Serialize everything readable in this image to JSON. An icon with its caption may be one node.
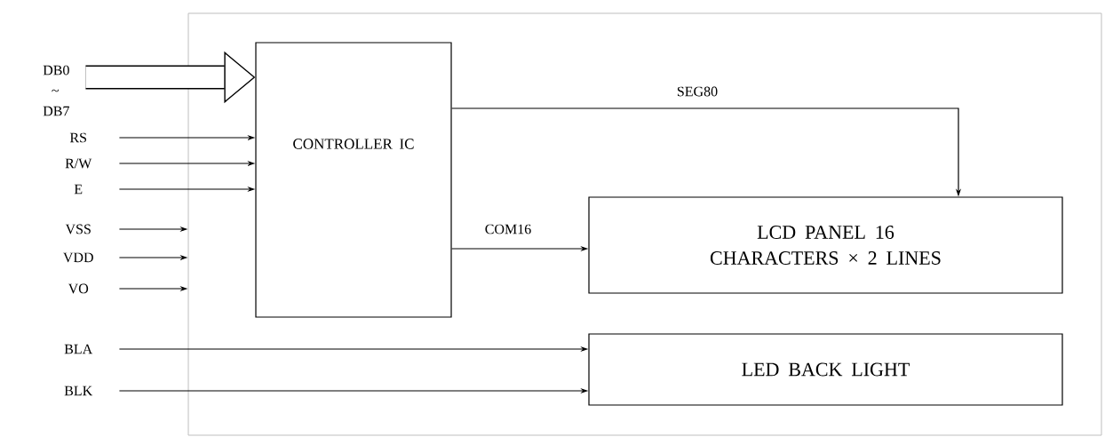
{
  "diagram": {
    "nodes": [
      {
        "text": [],
        "shape": "box"
      },
      {
        "text": [
          "DB0 ~ DB7"
        ]
      },
      {
        "text": [
          "RS"
        ]
      },
      {
        "text": [
          "R/W"
        ]
      },
      {
        "text": [
          "E"
        ]
      },
      {
        "text": [
          "VSS"
        ]
      },
      {
        "text": [
          "VDD"
        ]
      },
      {
        "text": [
          "VO"
        ]
      },
      {
        "text": [
          "BLA"
        ]
      },
      {
        "text": [
          "BLK"
        ]
      },
      {
        "text": [
          "CONTROLLER IC"
        ],
        "in": 0
      },
      {
        "text": [
          "LCD PANEL 16 CHARACTERS × 2 LINES"
        ],
        "in": 0
      },
      {
        "text": [
          "LED BACK LIGHT"
        ],
        "in": 0
      }
    ],
    "edges": [
      {
        "from": 1,
        "to": 10,
        "arrow": "to",
        "style": "thick"
      },
      {
        "from": 2,
        "to": 10,
        "arrow": "to"
      },
      {
        "from": 3,
        "to": 10,
        "arrow": "to"
      },
      {
        "from": 4,
        "to": 10,
        "arrow": "to"
      },
      {
        "from": 5,
        "to": 0,
        "arrow": "to"
      },
      {
        "from": 6,
        "to": 0,
        "arrow": "to"
      },
      {
        "from": 7,
        "to": 0,
        "arrow": "to"
      },
      {
        "from": 10,
        "to": 11,
        "arrow": "to",
        "label": "SEG80"
      },
      {
        "from": 10,
        "to": 11,
        "arrow": "to",
        "label": "COM16"
      },
      {
        "from": 8,
        "to": 12,
        "arrow": "to"
      },
      {
        "from": 9,
        "to": 12,
        "arrow": "to"
      }
    ]
  }
}
